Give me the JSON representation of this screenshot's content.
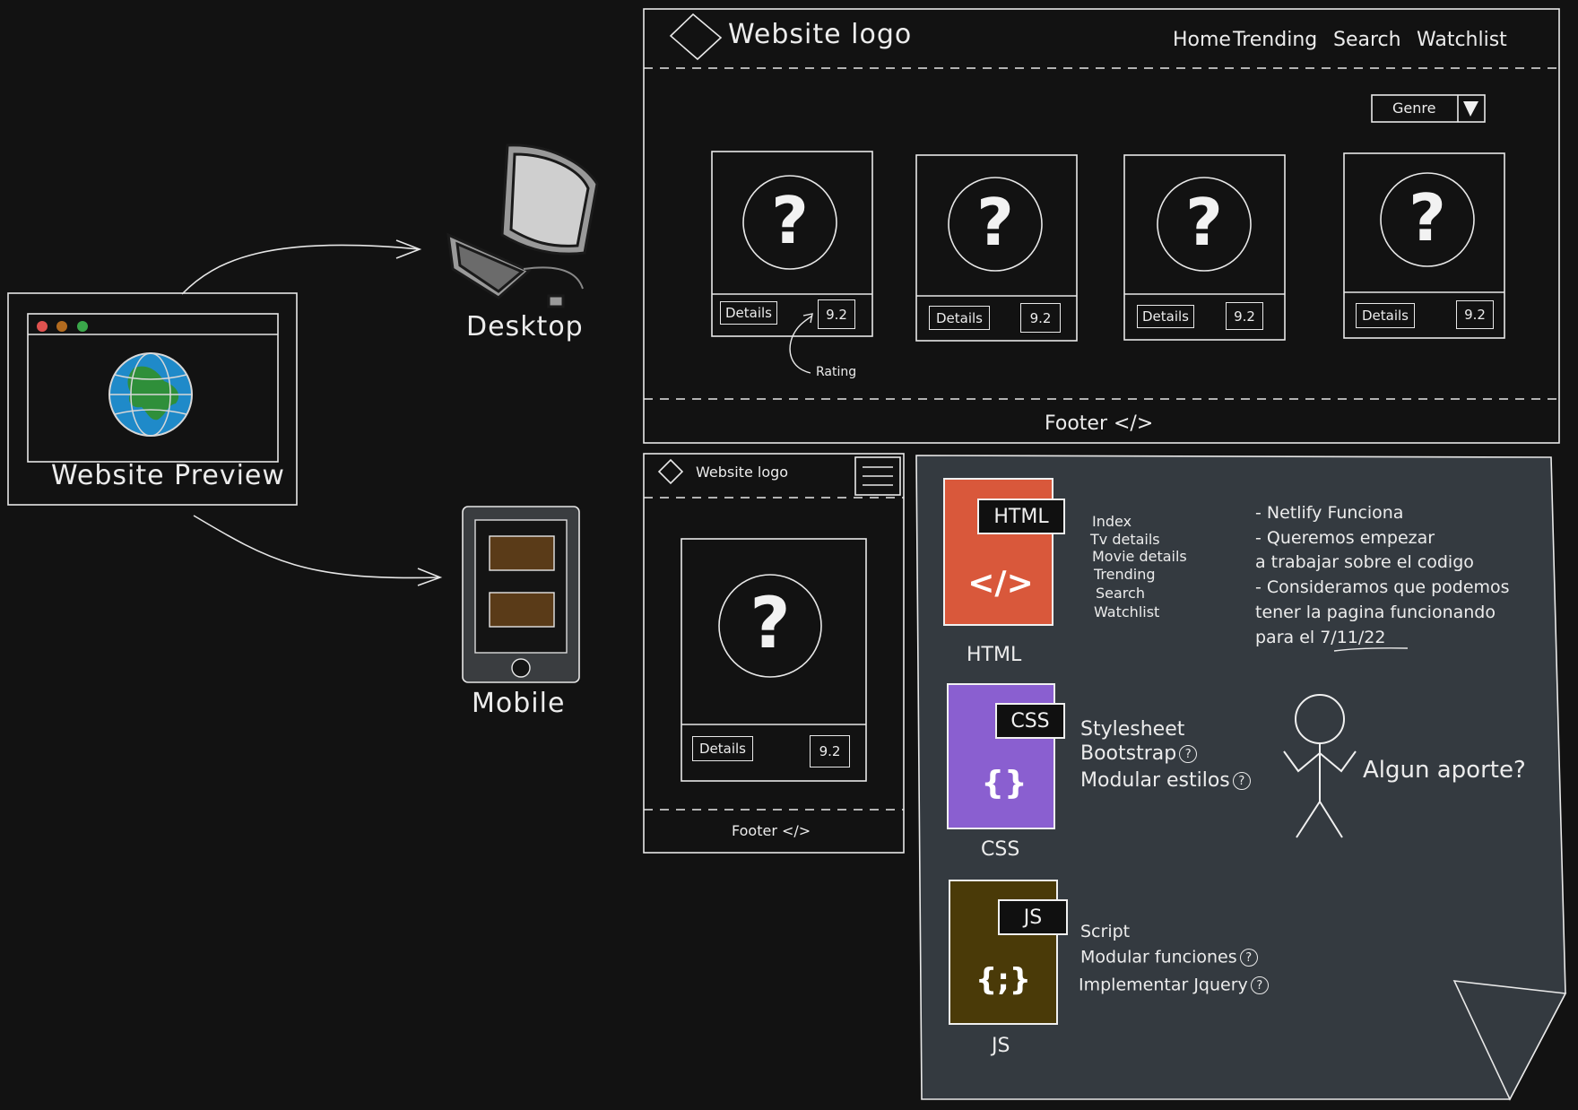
{
  "preview": {
    "label": "Website Preview"
  },
  "devices": {
    "desktop": "Desktop",
    "mobile": "Mobile"
  },
  "desktop_wireframe": {
    "logo": "Website logo",
    "nav": [
      "Home",
      "Trending",
      "Search",
      "Watchlist"
    ],
    "genre": "Genre",
    "cards": [
      {
        "details": "Details",
        "rating": "9.2"
      },
      {
        "details": "Details",
        "rating": "9.2"
      },
      {
        "details": "Details",
        "rating": "9.2"
      },
      {
        "details": "Details",
        "rating": "9.2"
      }
    ],
    "annotation": "Rating",
    "footer": "Footer </>"
  },
  "mobile_wireframe": {
    "logo": "Website logo",
    "card": {
      "details": "Details",
      "rating": "9.2"
    },
    "footer": "Footer </>"
  },
  "notes": {
    "html": {
      "tag": "HTML",
      "caption": "HTML",
      "glyph": "</>",
      "color": "#d9583b",
      "items": [
        "Index",
        "Tv details",
        "Movie details",
        "Trending",
        "Search",
        "Watchlist"
      ]
    },
    "css": {
      "tag": "CSS",
      "caption": "CSS",
      "glyph": "{}",
      "color": "#8a5fd0",
      "items": [
        "Stylesheet",
        "Bootstrap",
        "Modular estilos"
      ]
    },
    "js": {
      "tag": "JS",
      "caption": "JS",
      "glyph": "{;}",
      "color": "#4a3a08",
      "items": [
        "Script",
        "Modular funciones",
        "Implementar Jquery"
      ]
    },
    "comments": [
      "- Netlify Funciona",
      "- Queremos empezar",
      "a trabajar sobre el codigo",
      "- Consideramos que podemos",
      "tener la pagina funcionando",
      "para el 7/11/22"
    ],
    "question": "Algun aporte?",
    "help_glyph": "?"
  },
  "colors": {
    "background": "#121212",
    "note": "#343a40",
    "stroke": "#ececec"
  }
}
